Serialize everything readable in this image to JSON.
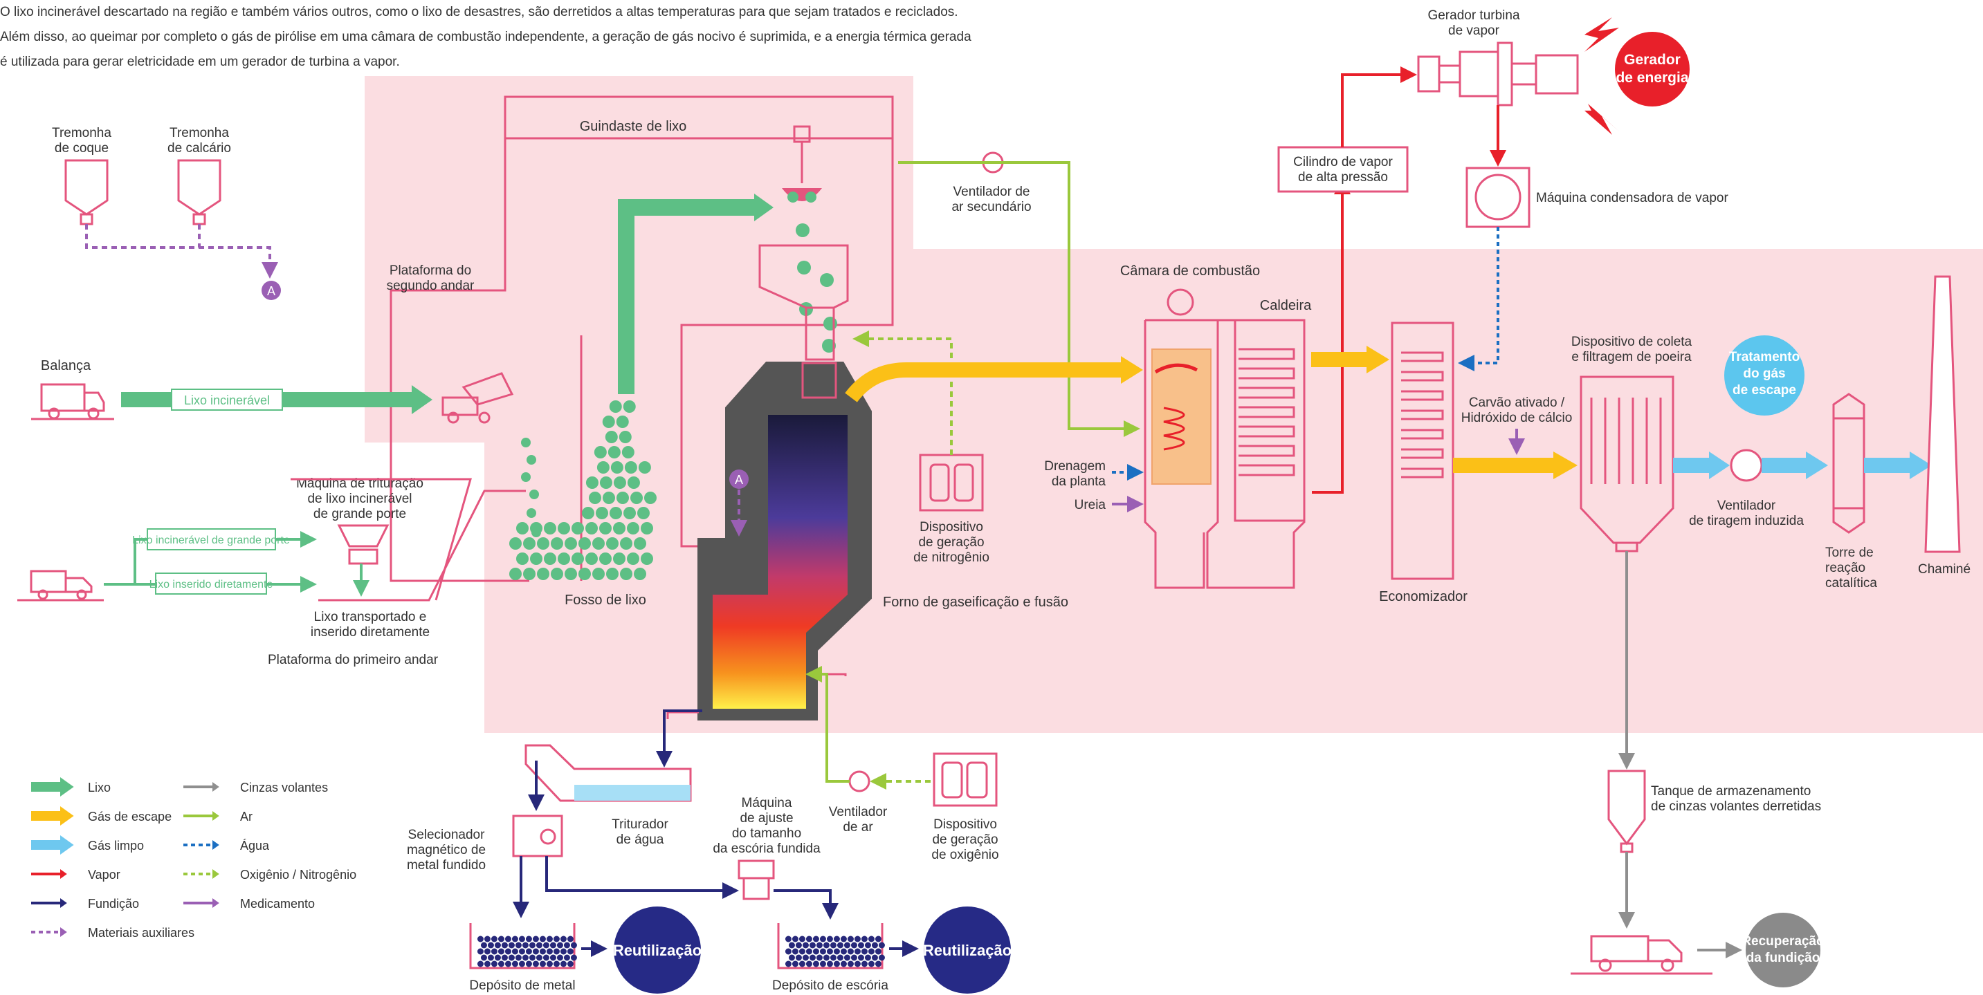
{
  "intro": [
    "O lixo incinerável descartado na região e também vários outros, como o lixo de desastres, são derretidos a altas temperaturas para que sejam tratados e reciclados.",
    "Além disso, ao queimar por completo o gás de pirólise em uma câmara de combustão independente, a geração de gás nocivo é suprimida, e a energia térmica gerada",
    "é utilizada para gerar eletricidade em um gerador de turbina a vapor."
  ],
  "colors": {
    "waste": "#5dbf85",
    "exhaust": "#fbc017",
    "clean_gas": "#6ec8ef",
    "steam": "#e8202a",
    "melt": "#27287a",
    "aux": "#9a5fb4",
    "ash": "#8f8f8f",
    "air": "#9ac83c",
    "water": "#1b6fc2",
    "oxygen": "#9ac83c",
    "medicine": "#9a5fb4",
    "outline": "#e4557e",
    "zone": "#fbdde1",
    "reuse": "#262a86",
    "power": "#e8202a",
    "gas_treatment": "#5cc6ee",
    "recovery": "#8a8a8a"
  },
  "labels": {
    "coke_hopper": [
      "Tremonha",
      "de coque"
    ],
    "lime_hopper": [
      "Tremonha",
      "de calcário"
    ],
    "scale": "Balança",
    "second_floor": [
      "Plataforma do",
      "segundo andar"
    ],
    "crane": "Guindaste de lixo",
    "secondary_fan": [
      "Ventilador de",
      "ar secundário"
    ],
    "turbine": [
      "Gerador turbina",
      "de vapor"
    ],
    "power": [
      "Gerador",
      "de energia"
    ],
    "hp_cylinder": [
      "Cilindro de vapor",
      "de alta pressão"
    ],
    "condenser": "Máquina condensadora de vapor",
    "combustion": "Câmara de combustão",
    "boiler": "Caldeira",
    "crusher": [
      "Máquina de trituração",
      "de lixo incinerável",
      "de grande porte"
    ],
    "large_waste": "Lixo incinerável de grande porte",
    "direct_waste": "Lixo inserido diretamente",
    "transported": [
      "Lixo transportado e",
      "inserido diretamente"
    ],
    "first_floor": "Plataforma do primeiro andar",
    "pit": "Fosso de lixo",
    "furnace": "Forno de gaseificação e fusão",
    "nitrogen": [
      "Dispositivo",
      "de geração",
      "de nitrogênio"
    ],
    "drainage": [
      "Drenagem",
      "da planta"
    ],
    "urea": "Ureia",
    "economizer": "Economizador",
    "dust": [
      "Dispositivo de coleta",
      "e filtragem de poeira"
    ],
    "gas_treatment": [
      "Tratamento",
      "do gás",
      "de escape"
    ],
    "carbon": [
      "Carvão ativado /",
      "Hidróxido de cálcio"
    ],
    "induced_fan": [
      "Ventilador",
      "de tiragem induzida"
    ],
    "catalytic": [
      "Torre de",
      "reação",
      "catalítica"
    ],
    "chimney": "Chaminé",
    "incinerable": "Lixo incinerável",
    "marker_a": "A",
    "water_crusher": [
      "Triturador",
      "de água"
    ],
    "magnetic": [
      "Selecionador",
      "magnético de",
      "metal fundido"
    ],
    "slag_adjust": [
      "Máquina",
      "de ajuste",
      "do tamanho",
      "da escória fundida"
    ],
    "air_fan": [
      "Ventilador",
      "de ar"
    ],
    "oxygen": [
      "Dispositivo",
      "de geração",
      "de oxigênio"
    ],
    "ash_tank": [
      "Tanque de armazenamento",
      "de cinzas volantes derretidas"
    ],
    "metal_deposit": "Depósito de metal",
    "slag_deposit": "Depósito de escória",
    "reuse": "Reutilização",
    "recovery": [
      "Recuperação",
      "da fundição"
    ]
  },
  "legend": [
    {
      "label": "Lixo",
      "color": "#5dbf85",
      "style": "thick"
    },
    {
      "label": "Gás de escape",
      "color": "#fbc017",
      "style": "thick"
    },
    {
      "label": "Gás limpo",
      "color": "#6ec8ef",
      "style": "thick"
    },
    {
      "label": "Vapor",
      "color": "#e8202a",
      "style": "thin"
    },
    {
      "label": "Fundição",
      "color": "#27287a",
      "style": "thin"
    },
    {
      "label": "Materiais auxiliares",
      "color": "#9a5fb4",
      "style": "dotted"
    },
    {
      "label": "Cinzas volantes",
      "color": "#8f8f8f",
      "style": "thin"
    },
    {
      "label": "Ar",
      "color": "#9ac83c",
      "style": "thin"
    },
    {
      "label": "Água",
      "color": "#1b6fc2",
      "style": "dotted"
    },
    {
      "label": "Oxigênio / Nitrogênio",
      "color": "#9ac83c",
      "style": "dotted"
    },
    {
      "label": "Medicamento",
      "color": "#9a5fb4",
      "style": "thin"
    }
  ]
}
